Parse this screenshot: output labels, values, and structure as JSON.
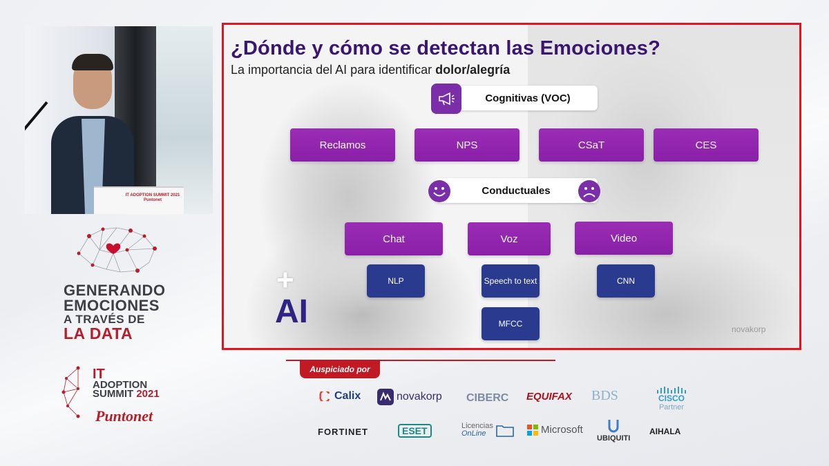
{
  "speaker_video": {
    "podium_text": "IT ADOPTION SUMMIT 2021 Puntonet"
  },
  "branding": {
    "line1": "GENERANDO",
    "line2": "EMOCIONES",
    "line3": "A TRAVÉS DE",
    "line4": "LA DATA",
    "it_line1": "IT",
    "it_line2": "ADOPTION",
    "it_line3_a": "SUMMIT ",
    "it_line3_b": "2021",
    "puntonet": "Puntonet"
  },
  "slide": {
    "title": "¿Dónde y cómo se detectan las Emociones?",
    "subtitle_prefix": "La importancia del AI para identificar ",
    "subtitle_bold": "dolor/alegría",
    "cognitivas": "Cognitivas (VOC)",
    "conductuales": "Conductuales",
    "cognitive_boxes": [
      "Reclamos",
      "NPS",
      "CSaT",
      "CES"
    ],
    "behavioral_boxes": [
      "Chat",
      "Voz",
      "Video"
    ],
    "ai_boxes": [
      "NLP",
      "Speech to text",
      "CNN",
      "MFCC"
    ],
    "plus": "+",
    "ai": "AI",
    "watermark": "novakorp"
  },
  "sponsors": {
    "tag": "Auspiciado por",
    "row1": [
      "Calix",
      "novakorp",
      "CIBERC",
      "EQUIFAX",
      "BDS",
      "CISCO"
    ],
    "cisco_partner": "Partner",
    "row2": [
      "FORTINET",
      "ESET",
      "Microsoft",
      "UBIQUITI",
      "AIHALA"
    ],
    "licencias_top": "Licencias",
    "licencias_bottom": "OnLine"
  },
  "colors": {
    "slide_border": "#e3141f",
    "purple_box": "#8a1fa8",
    "blue_box": "#2a3a8f",
    "title": "#3a1670",
    "brand_red": "#b51e2a"
  }
}
